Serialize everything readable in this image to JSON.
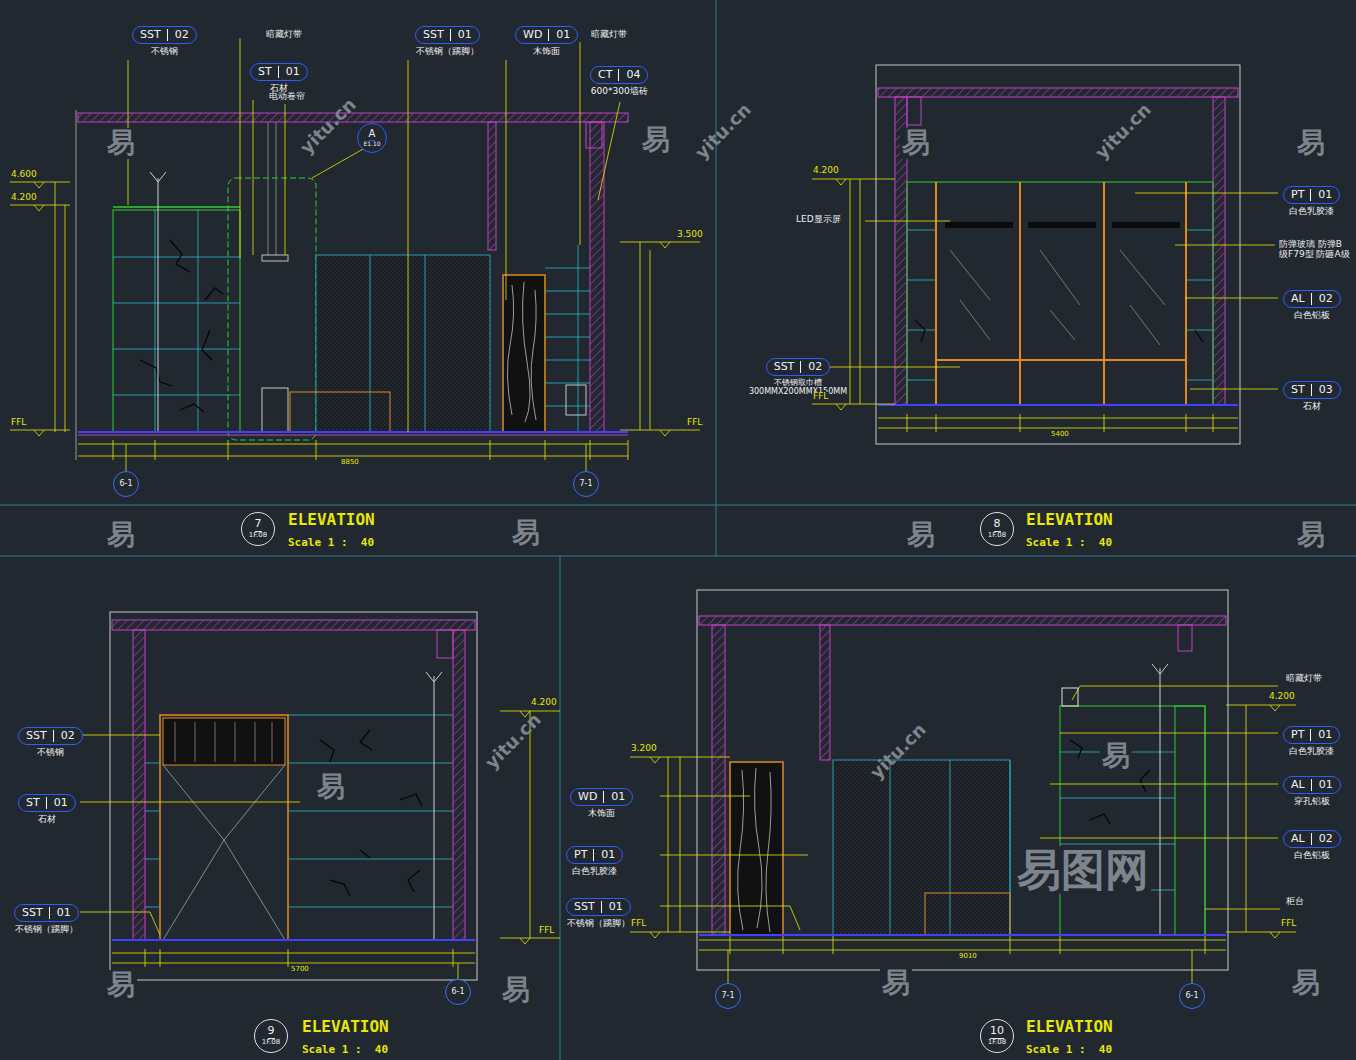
{
  "diagram": {
    "nodes": [
      {
        "text": [
          "SST",
          "02",
          "不锈钢"
        ]
      },
      {
        "text": [
          "ST",
          "01",
          "石材"
        ]
      },
      {
        "text": [
          "SST",
          "01",
          "不锈钢（踢脚）"
        ]
      },
      {
        "text": [
          "WD",
          "01",
          "木饰面"
        ]
      },
      {
        "text": [
          "CT",
          "04",
          "600*300墙砖"
        ]
      },
      {
        "text": [
          "A",
          "E1.10"
        ]
      },
      {
        "text": [
          "6-1"
        ]
      },
      {
        "text": [
          "7-1"
        ]
      },
      {
        "text": [
          "7",
          "1F.08"
        ]
      },
      {
        "text": [
          "PT",
          "01",
          "白色乳胶漆"
        ]
      },
      {
        "text": [
          "AL",
          "02",
          "白色铝板"
        ]
      },
      {
        "text": [
          "ST",
          "03",
          "石材"
        ]
      },
      {
        "text": [
          "SST",
          "02",
          "不锈钢取巾槽 300MMX200MMX150MM"
        ]
      },
      {
        "text": [
          "8",
          "1F.08"
        ]
      },
      {
        "text": [
          "SST",
          "02",
          "不锈钢"
        ]
      },
      {
        "text": [
          "ST",
          "01",
          "石材"
        ]
      },
      {
        "text": [
          "SST",
          "01",
          "不锈钢（踢脚）"
        ]
      },
      {
        "text": [
          "6-1"
        ]
      },
      {
        "text": [
          "9",
          "1F.08"
        ]
      },
      {
        "text": [
          "WD",
          "01",
          "木饰面"
        ]
      },
      {
        "text": [
          "PT",
          "01",
          "白色乳胶漆"
        ]
      },
      {
        "text": [
          "SST",
          "01",
          "不锈钢（踢脚）"
        ]
      },
      {
        "text": [
          "PT",
          "01",
          "白色乳胶漆"
        ]
      },
      {
        "text": [
          "AL",
          "01",
          "穿孔铝板"
        ]
      },
      {
        "text": [
          "AL",
          "02",
          "白色铝板"
        ]
      },
      {
        "text": [
          "7-1"
        ]
      },
      {
        "text": [
          "6-1"
        ]
      },
      {
        "text": [
          "10",
          "1F.08"
        ]
      }
    ],
    "labels": [
      "暗藏灯带",
      "暗藏灯带",
      "电动卷帘",
      "4.600",
      "4.200",
      "3.500",
      "FFL",
      "FFL",
      "8850",
      "ELEVATION",
      "Scale 1 :  40",
      "4.200",
      "LED显示屏",
      "防弹玻璃 防弹B级F79型 防砸A级",
      "FFL",
      "5400",
      "ELEVATION",
      "Scale 1 :  40",
      "4.200",
      "FFL",
      "5700",
      "ELEVATION",
      "Scale 1 :  40",
      "暗藏灯带",
      "4.200",
      "3.200",
      "FFL",
      "FFL",
      "柜台",
      "9010",
      "ELEVATION",
      "Scale 1 :  40",
      "易",
      "易",
      "易",
      "易",
      "易",
      "易",
      "易",
      "易",
      "易",
      "易",
      "易",
      "易",
      "易",
      "易",
      "yitu.cn",
      "yitu.cn",
      "yitu.cn",
      "yitu.cn",
      "yitu.cn",
      "易图网"
    ]
  }
}
